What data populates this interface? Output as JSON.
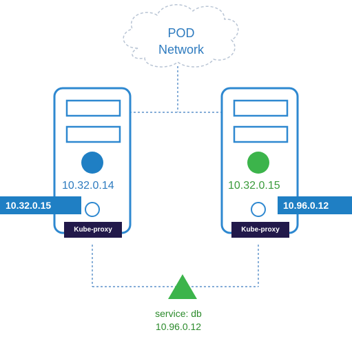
{
  "cloud": {
    "line1": "POD",
    "line2": "Network"
  },
  "nodes": [
    {
      "pod_ip": "10.32.0.14",
      "proxy_label": "Kube-proxy",
      "pod_color": "#1f7fc4"
    },
    {
      "pod_ip": "10.32.0.15",
      "proxy_label": "Kube-proxy",
      "pod_color": "#3cb44b"
    }
  ],
  "tags": {
    "left": "10.32.0.15",
    "right": "10.96.0.12"
  },
  "service": {
    "name": "service: db",
    "ip": "10.96.0.12",
    "color": "#3cb44b"
  },
  "colors": {
    "server_stroke": "#2e88d0",
    "proxy_bg": "#22194a",
    "tag_bg": "#1f7fc4",
    "dashed": "#3a7abf"
  }
}
